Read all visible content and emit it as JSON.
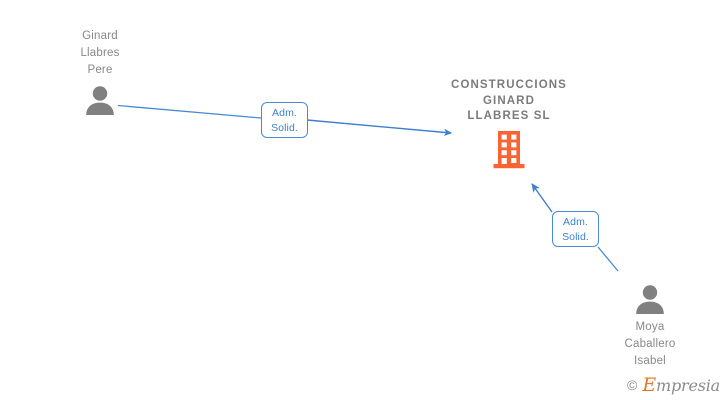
{
  "graph": {
    "background_color": "#ffffff",
    "edge_color": "#3d7fd0",
    "person_color": "#808080",
    "company_color": "#fa6432",
    "text_color": "#898989"
  },
  "nodes": {
    "person_top_left": {
      "name": "Ginard\nLlabres\nPere",
      "icon": "person-icon",
      "type": "person"
    },
    "company_center": {
      "name": "CONSTRUCCIONS\nGINARD\nLLABRES  SL",
      "icon": "building-icon",
      "type": "company"
    },
    "person_bottom_right": {
      "name": "Moya\nCaballero\nIsabel",
      "icon": "person-icon",
      "type": "person"
    }
  },
  "edges": [
    {
      "from": "person_top_left",
      "to": "company_center",
      "label": "Adm.\nSolid.",
      "arrow": "right"
    },
    {
      "from": "person_bottom_right",
      "to": "company_center",
      "label": "Adm.\nSolid.",
      "arrow": "up-left"
    }
  ],
  "watermark": {
    "copyright": "©",
    "brand_initial": "E",
    "brand_rest": "mpresia"
  }
}
